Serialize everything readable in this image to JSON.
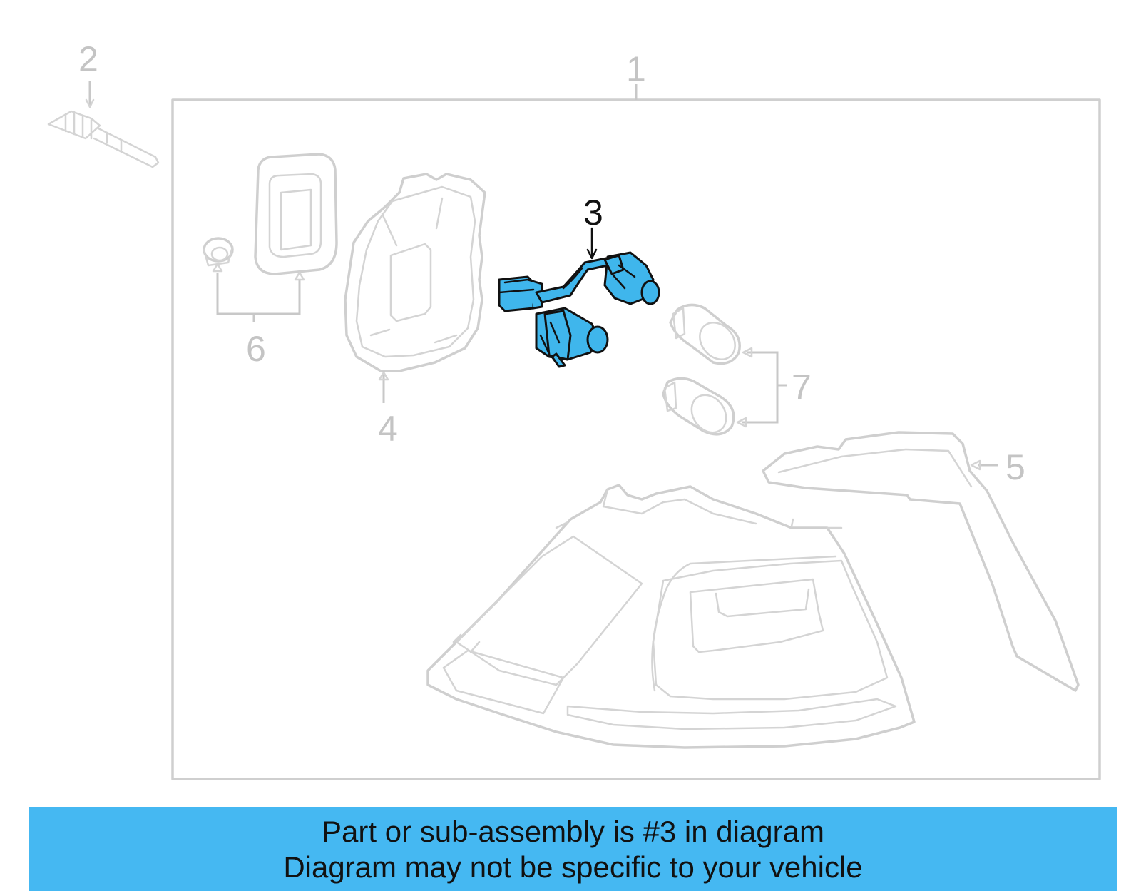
{
  "callouts": {
    "c1": "1",
    "c2": "2",
    "c3": "3",
    "c4": "4",
    "c5": "5",
    "c6": "6",
    "c7": "7"
  },
  "highlighted_part": "3",
  "colors": {
    "highlight_fill": "#3fb6ec",
    "banner_background": "#45b8f2",
    "ghost_stroke": "#cfcfcf"
  },
  "banner": {
    "line1": "Part or sub-assembly is #3 in diagram",
    "line2": "Diagram may not be specific to your vehicle"
  }
}
